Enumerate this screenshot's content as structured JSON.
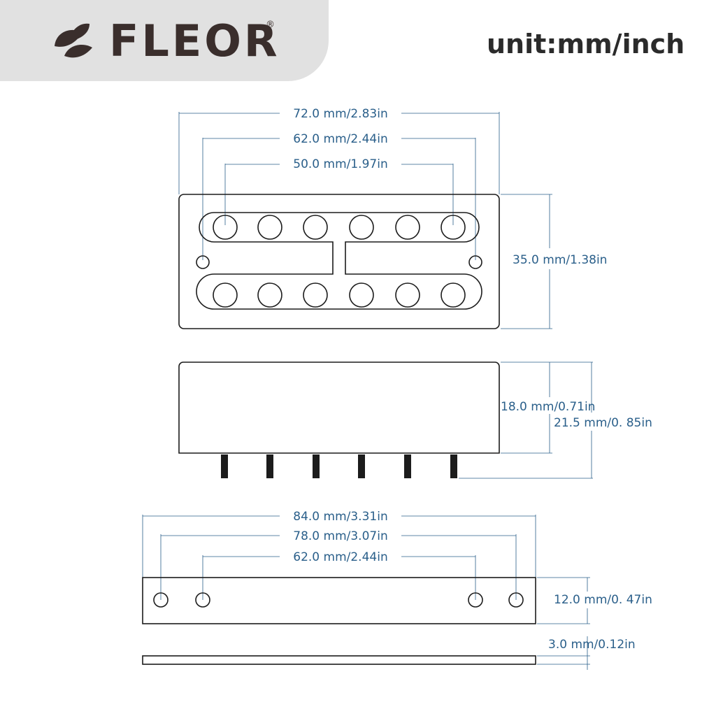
{
  "brand": {
    "name": "FLEOR",
    "registered_mark": "®"
  },
  "unit_label": "unit:mm/inch",
  "colors": {
    "dimension": "#2a5f8a",
    "outline": "#1c1c1c",
    "header_bg": "#e1e1e1"
  },
  "top_view": {
    "width_overall": "72.0 mm/2.83in",
    "mount_spacing": "62.0 mm/2.44in",
    "pole_spacing": "50.0 mm/1.97in",
    "height": "35.0 mm/1.38in"
  },
  "side_view": {
    "body_height": "18.0 mm/0.71in",
    "total_height": "21.5 mm/0. 85in"
  },
  "base_plate": {
    "length": "84.0 mm/3.31in",
    "outer_holes": "78.0 mm/3.07in",
    "inner_holes": "62.0 mm/2.44in",
    "width": "12.0 mm/0. 47in",
    "thickness": "3.0 mm/0.12in"
  }
}
